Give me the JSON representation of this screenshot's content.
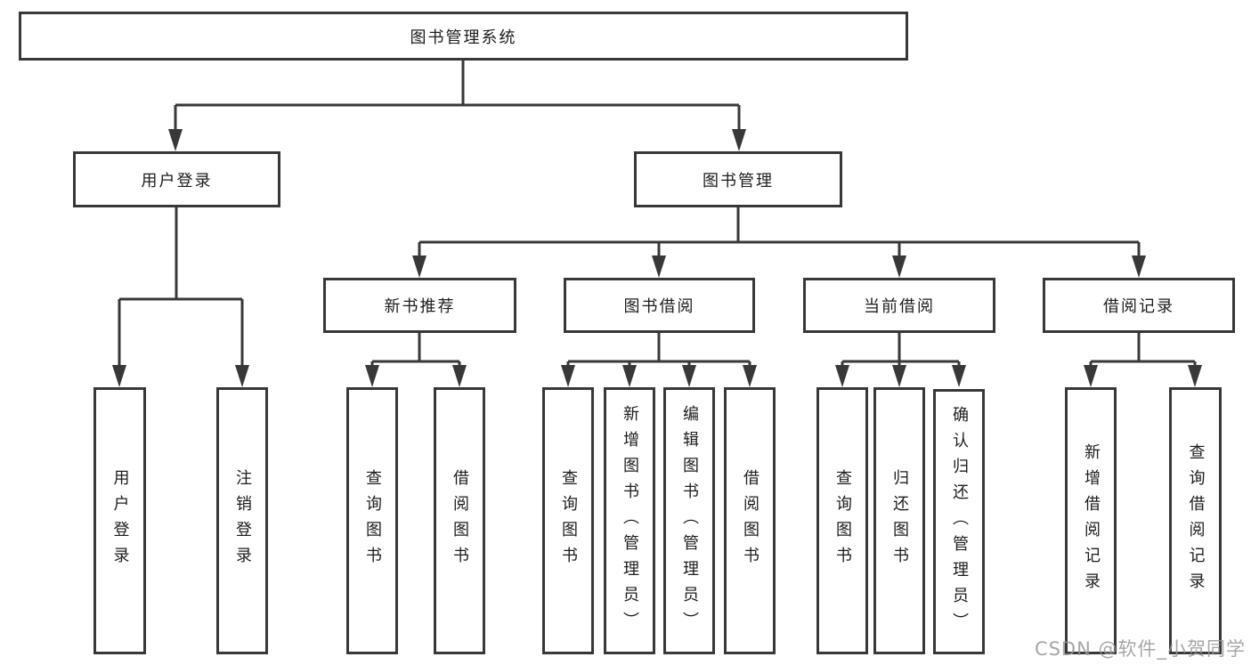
{
  "canvas": {
    "background": "#ffffff",
    "line_color": "#383838",
    "border_color": "#383838",
    "text_color": "#1c1c1c"
  },
  "nodes": {
    "root": {
      "label": "图书管理系统"
    },
    "user_login": {
      "label": "用户登录"
    },
    "book_mgmt": {
      "label": "图书管理"
    },
    "new_books": {
      "label": "新书推荐"
    },
    "book_borrow": {
      "label": "图书借阅"
    },
    "current_borrow": {
      "label": "当前借阅"
    },
    "borrow_records": {
      "label": "借阅记录"
    },
    "ul_login": {
      "label": "用户登录"
    },
    "ul_logout": {
      "label": "注销登录"
    },
    "nb_search": {
      "label": "查询图书"
    },
    "nb_borrow": {
      "label": "借阅图书"
    },
    "bb_search": {
      "label": "查询图书"
    },
    "bb_add": {
      "label": "新增图书（管理员）"
    },
    "bb_edit": {
      "label": "编辑图书（管理员）"
    },
    "bb_borrow": {
      "label": "借阅图书"
    },
    "cb_search": {
      "label": "查询图书"
    },
    "cb_return": {
      "label": "归还图书"
    },
    "cb_confirm": {
      "label": "确认归还（管理员）"
    },
    "br_add": {
      "label": "新增借阅记录"
    },
    "br_search": {
      "label": "查询借阅记录"
    }
  },
  "watermark": {
    "text": "CSDN @软件_小贺同学"
  }
}
